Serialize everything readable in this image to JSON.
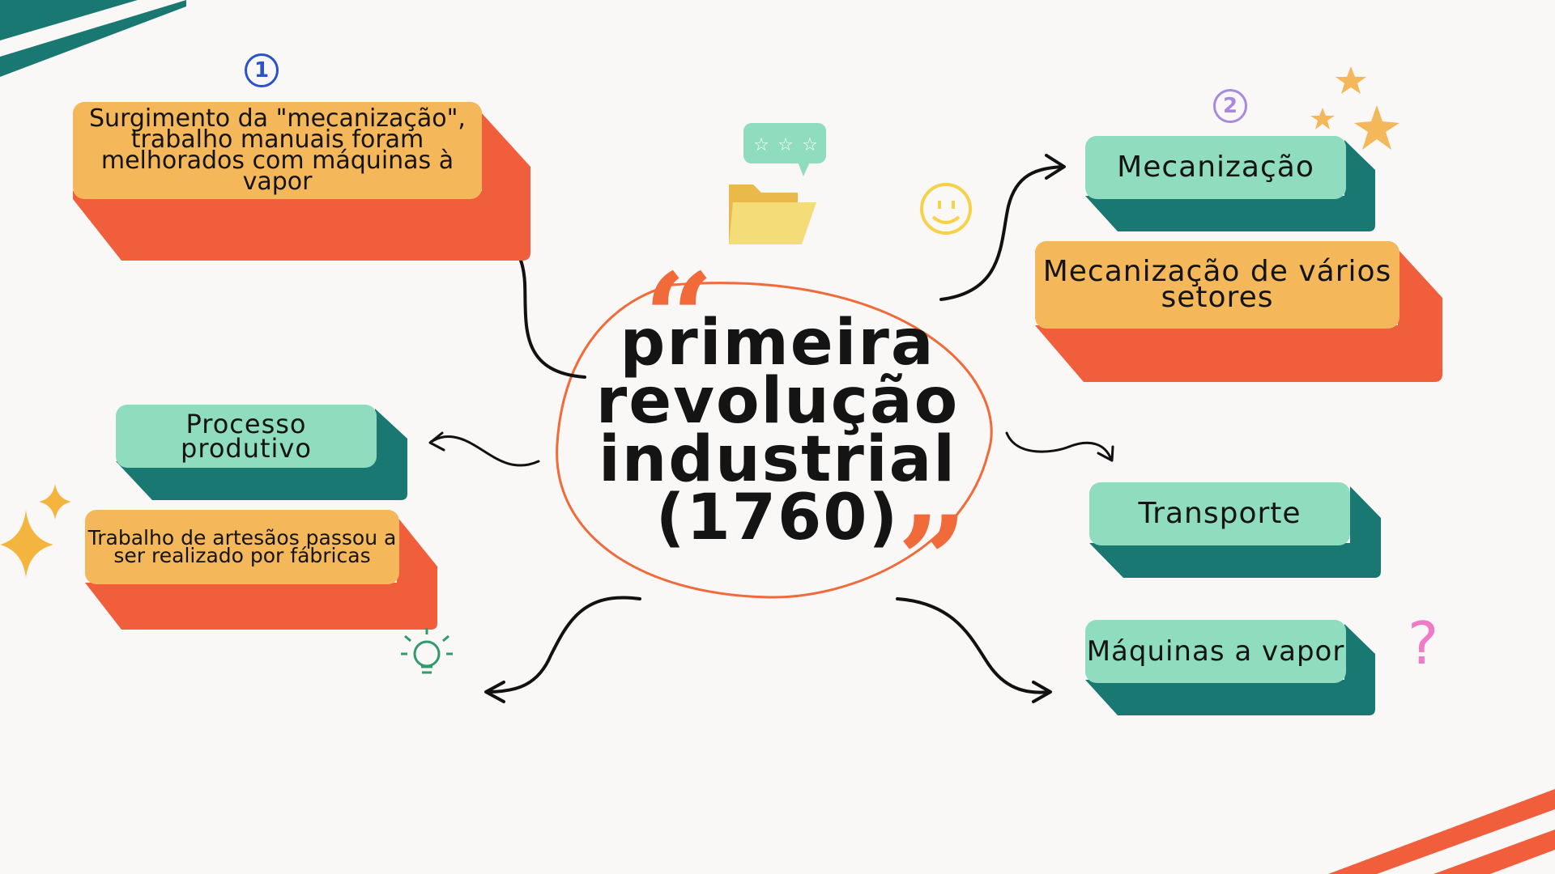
{
  "title": "primeira revolução industrial (1760)",
  "title_lines": [
    "primeira",
    "revolução",
    "industrial",
    "(1760)"
  ],
  "left_top_box": "Surgimento da \"mecanização\", trabalho manuais foram melhorados com máquinas à vapor",
  "left_mid_box": "Processo produtivo",
  "left_bottom_box": "Trabalho de artesãos passou a ser realizado por fábricas",
  "right_top_box": "Mecanização",
  "right_second_box": "Mecanização de vários setores",
  "right_third_box": "Transporte",
  "right_bottom_box": "Máquinas a vapor",
  "badges": {
    "one": "1",
    "two": "2"
  },
  "colors": {
    "orange_face": "#f4b75a",
    "orange_side": "#f05e3c",
    "mint_face": "#8fdcbf",
    "teal_side": "#1a7873",
    "accent_orange": "#f06a3a",
    "stripe_teal": "#1a7873"
  },
  "icons": [
    "folder-icon",
    "rating-speech-bubble-icon",
    "smiley-icon",
    "star-icon",
    "sparkle-icon",
    "lightbulb-icon",
    "question-mark-icon"
  ]
}
